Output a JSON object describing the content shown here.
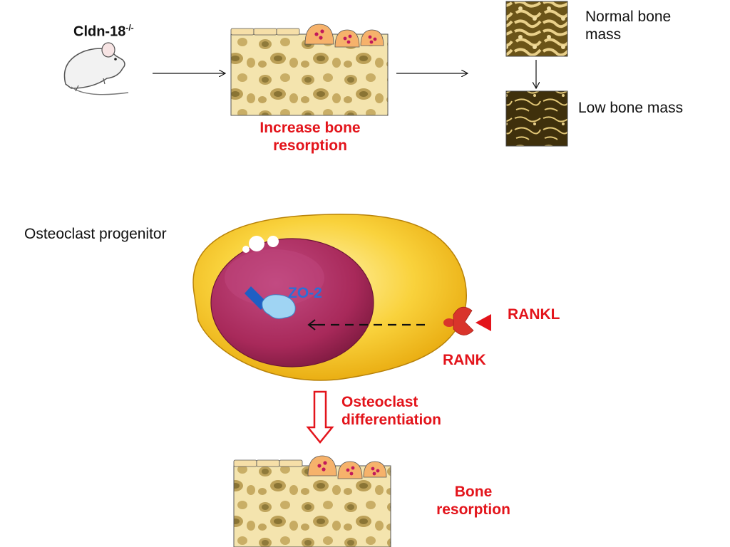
{
  "mouse_label": {
    "text": "Cldn-18",
    "superscript": "-/-"
  },
  "top_bone_caption": [
    "Increase bone",
    "resorption"
  ],
  "normal_bone_label": [
    "Normal bone",
    "mass"
  ],
  "low_bone_label": "Low bone mass",
  "progenitor_label": "Osteoclast progenitor",
  "zo2_label": "ZO-2",
  "rankl_label": "RANKL",
  "rank_label": "RANK",
  "differentiation_label": [
    "Osteoclast",
    "differentiation"
  ],
  "bottom_bone_caption": [
    "Bone",
    "resorption"
  ],
  "colors": {
    "emphasis_red": "#e3141b",
    "cell_yellow": "#f7c21a",
    "nucleus_magenta": "#a8295a",
    "bone_cream": "#f3e2a8",
    "zo2_blue": "#2c6fd6"
  }
}
